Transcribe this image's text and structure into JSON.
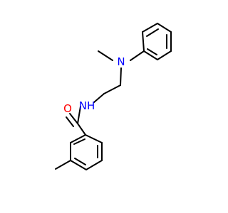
{
  "molecule": {
    "atoms": {
      "oxygen": {
        "symbol": "O",
        "color": "#ff0000"
      },
      "amide_nitrogen": {
        "symbol": "NH",
        "color": "#0000ff"
      },
      "amine_nitrogen": {
        "symbol": "N",
        "color": "#0000ff"
      }
    },
    "bond_color": "#000000"
  }
}
